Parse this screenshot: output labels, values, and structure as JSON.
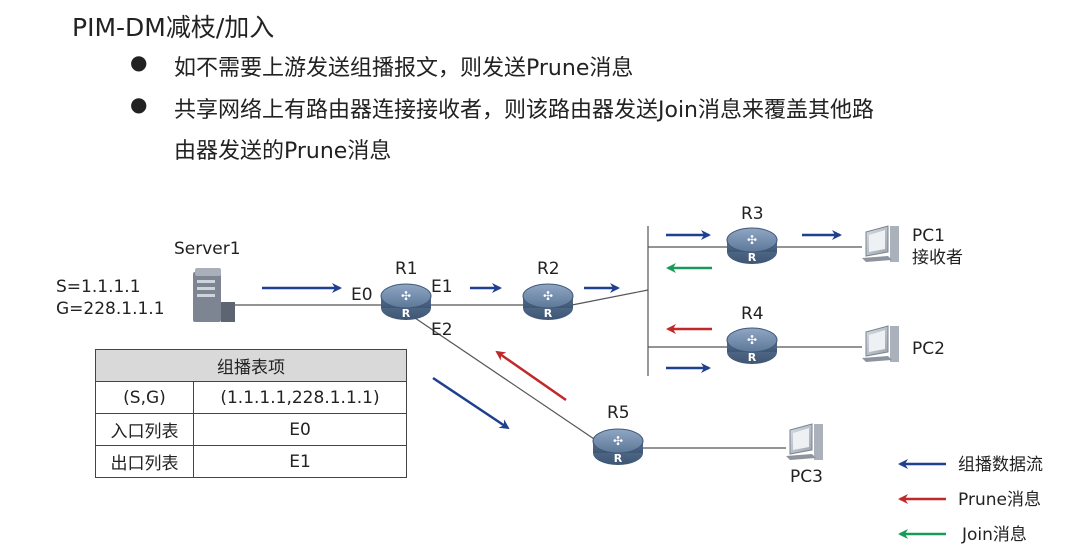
{
  "title": "PIM-DM减枝/加入",
  "bullets": [
    "如不需要上游发送组播报文，则发送Prune消息",
    "共享网络上有路由器连接接收者，则该路由器发送Join消息来覆盖其他路",
    "由器发送的Prune消息"
  ],
  "server": {
    "name": "Server1",
    "s": "S=1.1.1.1",
    "g": "G=228.1.1.1"
  },
  "routers": [
    "R1",
    "R2",
    "R3",
    "R4",
    "R5"
  ],
  "router_glyph": "R",
  "interfaces": [
    "E0",
    "E1",
    "E2"
  ],
  "pcs": {
    "pc1": "PC1",
    "pc1_role": "接收者",
    "pc2": "PC2",
    "pc3": "PC3"
  },
  "table": {
    "header": "组播表项",
    "rows": [
      {
        "k": "(S,G)",
        "v": "(1.1.1.1,228.1.1.1)"
      },
      {
        "k": "入口列表",
        "v": "E0"
      },
      {
        "k": "出口列表",
        "v": "E1"
      }
    ]
  },
  "legend": [
    {
      "label": "组播数据流",
      "color": "#1f3f8f"
    },
    {
      "label": "Prune消息",
      "color": "#c0282a"
    },
    {
      "label": "Join消息",
      "color": "#1a9a5a"
    }
  ]
}
